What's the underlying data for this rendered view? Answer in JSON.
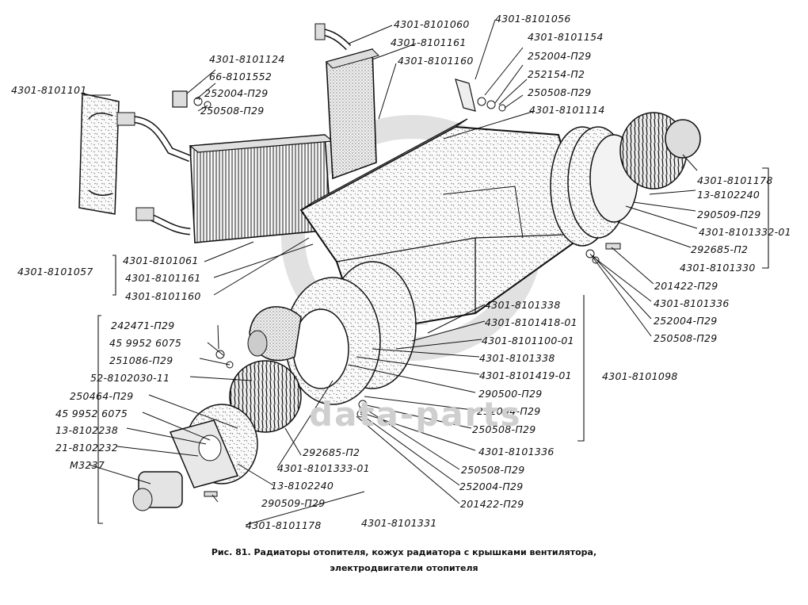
{
  "watermark": {
    "logo_text": "GP",
    "site": "data-parts"
  },
  "labels": {
    "l01": "4301-8101060",
    "l02": "4301-8101056",
    "l03": "4301-8101161",
    "l04": "4301-8101154",
    "l05": "4301-8101160",
    "l06": "252004-П29",
    "l07": "4301-8101124",
    "l08": "252154-П2",
    "l09": "66-8101552",
    "l10": "250508-П29",
    "l11": "252004-П29",
    "l12": "250508-П29",
    "l13": "4301-8101101",
    "l14": "4301-8101114",
    "l15": "4301-8101178",
    "l16": "13-8102240",
    "l17": "290509-П29",
    "l18": "4301-8101332-01",
    "l19": "292685-П2",
    "l20": "4301-8101330",
    "l21": "4301-8101061",
    "l22": "4301-8101057",
    "l23": "4301-8101161",
    "l24": "4301-8101160",
    "l25": "201422-П29",
    "l26": "4301-8101336",
    "l27": "4301-8101338",
    "l28": "252004-П29",
    "l29": "4301-8101418-01",
    "l30": "242471-П29",
    "l31": "250508-П29",
    "l32": "4301-8101100-01",
    "l33": "45 9952 6075",
    "l34": "4301-8101338",
    "l35": "251086-П29",
    "l36": "4301-8101419-01",
    "l37": "4301-8101098",
    "l38": "52-8102030-11",
    "l39": "290500-П29",
    "l40": "250464-П29",
    "l41": "252004-П29",
    "l42": "45 9952 6075",
    "l43": "250508-П29",
    "l44": "13-8102238",
    "l45": "292685-П2",
    "l46": "4301-8101336",
    "l47": "21-8102232",
    "l48": "4301-8101333-01",
    "l49": "М3237",
    "l50": "250508-П29",
    "l51": "252004-П29",
    "l52": "13-8102240",
    "l53": "290509-П29",
    "l54": "201422-П29",
    "l55": "4301-8101178",
    "l56": "4301-8101331"
  },
  "caption": {
    "line1": "Рис. 81. Радиаторы отопителя, кожух радиатора с крышками вентилятора,",
    "line2": "электродвигатели отопителя"
  }
}
